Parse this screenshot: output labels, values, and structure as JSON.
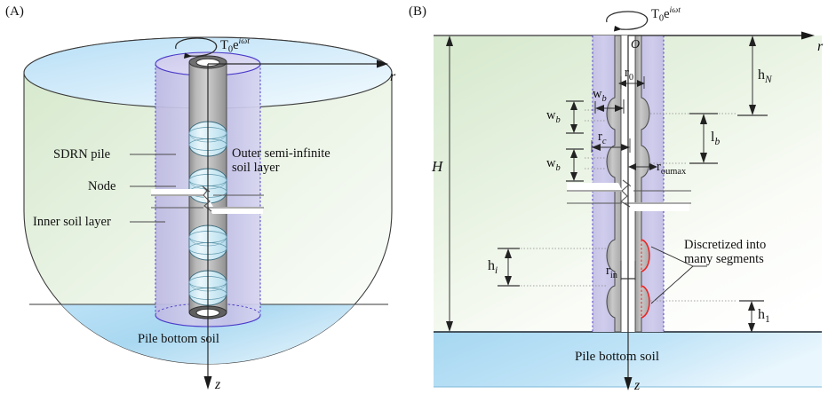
{
  "figure": {
    "panels": [
      {
        "tag": "(A)",
        "name": "three-dimensional-model",
        "labels": {
          "torque": "T",
          "torque_sub": "0",
          "torque_exp_e": "e",
          "torque_exp": "iωt",
          "axis_r": "r",
          "axis_z": "z",
          "sdrn_pile": "SDRN pile",
          "node": "Node",
          "inner_soil": "Inner soil layer",
          "outer_soil_line1": "Outer semi-infinite",
          "outer_soil_line2": "soil layer",
          "pile_bottom": "Pile bottom soil"
        }
      },
      {
        "tag": "(B)",
        "name": "axisymmetric-cross-section-model",
        "labels": {
          "torque": "T",
          "torque_sub": "0",
          "torque_exp_e": "e",
          "torque_exp": "iωt",
          "axis_r": "r",
          "axis_z": "z",
          "origin": "O",
          "r0": "r",
          "r0_sub": "0",
          "rc": "r",
          "rc_sub": "c",
          "roumax": "r",
          "roumax_sub": "oumax",
          "rin": "r",
          "rin_sub": "in",
          "wb": "w",
          "wb_sub": "b",
          "H": "H",
          "hN": "h",
          "hN_sub": "N",
          "lb": "l",
          "lb_sub": "b",
          "hi": "h",
          "hi_sub": "i",
          "h1": "h",
          "h1_sub": "1",
          "discretized_line1": "Discretized into",
          "discretized_line2": "many segments",
          "pile_bottom": "Pile bottom soil"
        }
      }
    ]
  },
  "colors": {
    "outer_soil_green": "#dcebd4",
    "outer_soil_light": "#fbfdf8",
    "bottom_soil_blue": "#a9d8f1",
    "bottom_soil_blue_light": "#e6f4fc",
    "top_ellipse_blue": "#bfe2f7",
    "inner_soil_purple": "#c9c6e8",
    "pile_gray": "#b3b3b3",
    "node_blue": "#d8eef6",
    "red_accent": "#ee2222",
    "outline": "#333333",
    "purple_dash": "#4b3bc8"
  }
}
